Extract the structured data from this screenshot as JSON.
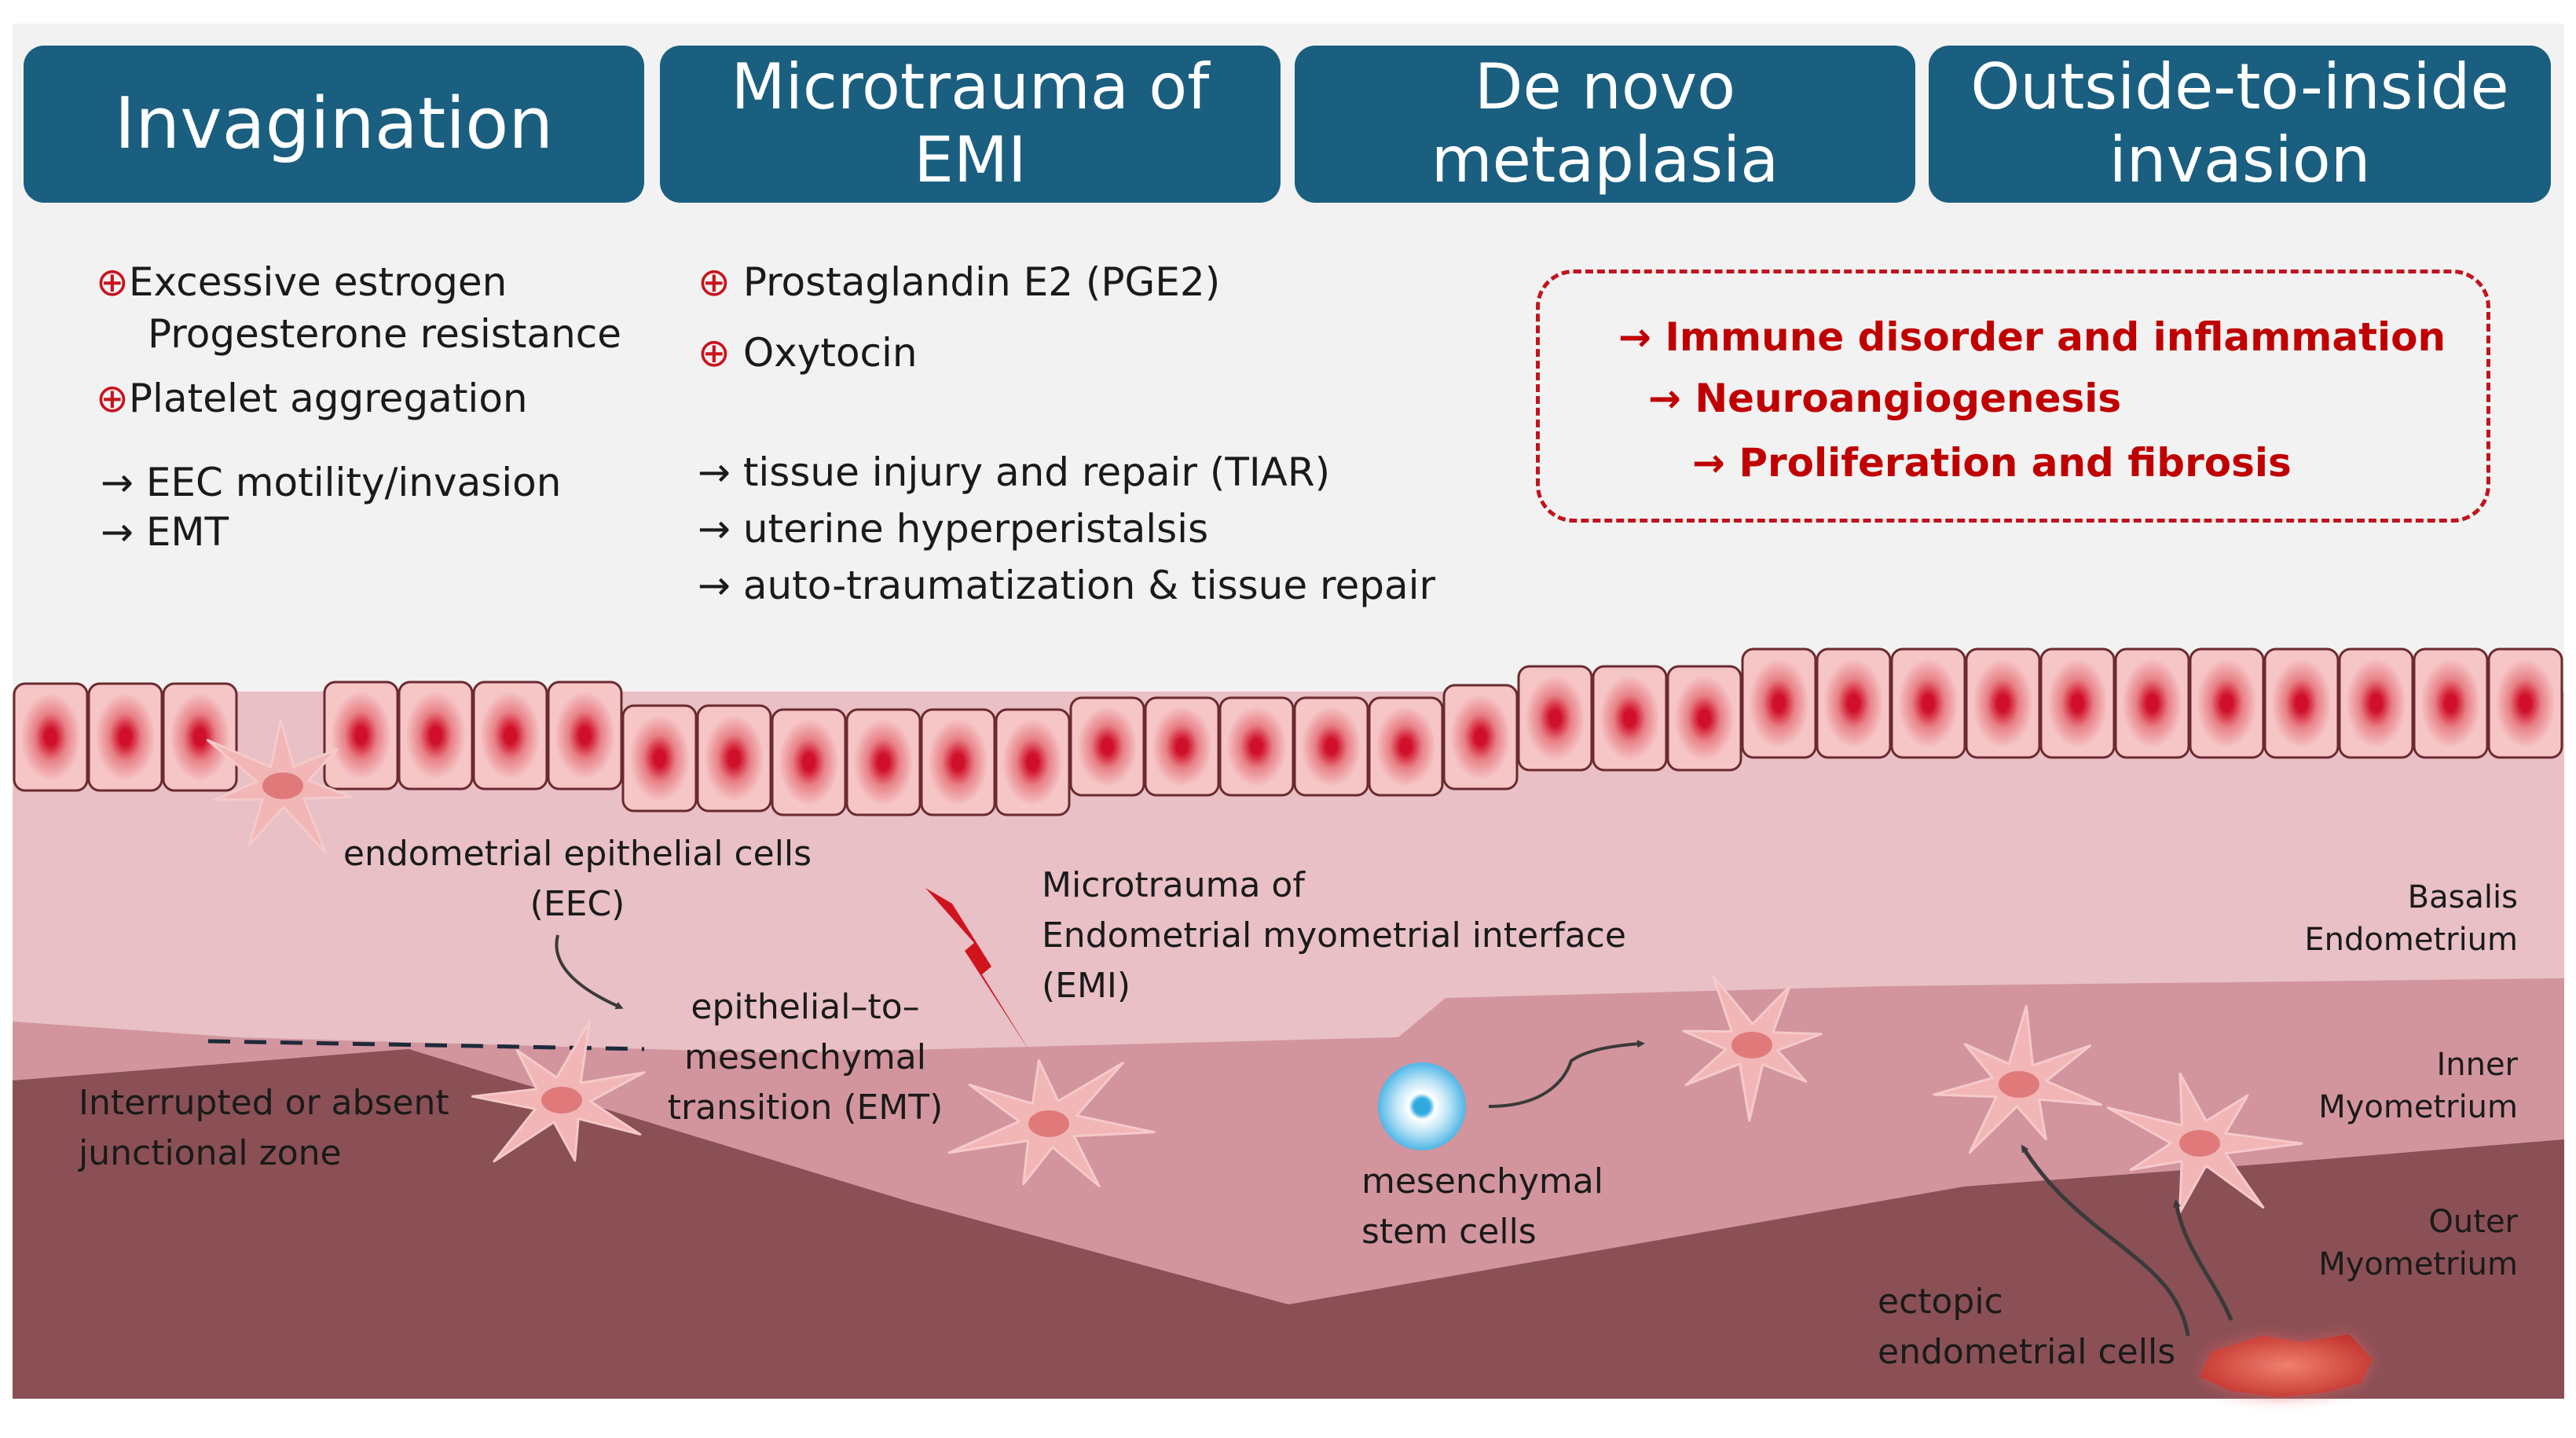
{
  "headers": {
    "invagination": "Invagination",
    "microtrauma": [
      "Microtrauma of",
      "EMI"
    ],
    "denovo": [
      "De novo",
      "metaplasia"
    ],
    "outside": [
      "Outside-to-inside",
      "invasion"
    ]
  },
  "col1": {
    "factor1_line1": "Excessive estrogen",
    "factor1_line2": "Progesterone resistance",
    "factor2": "Platelet aggregation",
    "effect1": "EEC motility/invasion",
    "effect2": "EMT"
  },
  "col2": {
    "factor1": "Prostaglandin E2 (PGE2)",
    "factor2": "Oxytocin",
    "effect1": "tissue injury and repair (TIAR)",
    "effect2": "uterine hyperperistalsis",
    "effect3": "auto-traumatization & tissue repair"
  },
  "col4": {
    "item1": "Immune disorder and inflammation",
    "item2": "Neuroangiogenesis",
    "item3": "Proliferation and fibrosis"
  },
  "symbols": {
    "plus": "⊕",
    "arrow": "→"
  },
  "labels": {
    "eec": [
      "endometrial epithelial cells",
      "(EEC)"
    ],
    "emt": [
      "epithelial–to–",
      "mesenchymal",
      "transition (EMT)"
    ],
    "micro": [
      "Microtrauma of",
      "Endometrial myometrial interface",
      "(EMI)"
    ],
    "junctional": [
      "Interrupted or absent",
      "junctional zone"
    ],
    "msc": [
      "mesenchymal",
      "stem cells"
    ],
    "ectopic": [
      "ectopic",
      "endometrial cells"
    ],
    "basalis": [
      "Basalis",
      "Endometrium"
    ],
    "inner": [
      "Inner",
      "Myometrium"
    ],
    "outer": [
      "Outer",
      "Myometrium"
    ]
  },
  "colors": {
    "header_bg": "#1a5f80",
    "accent_red": "#c00000",
    "endometrium": "#e8c0c6",
    "inner_myometrium": "#d2959e",
    "outer_myometrium": "#8a5055",
    "cell_fill": "#f4c4c4",
    "cell_nucleus": "#d0102a"
  }
}
